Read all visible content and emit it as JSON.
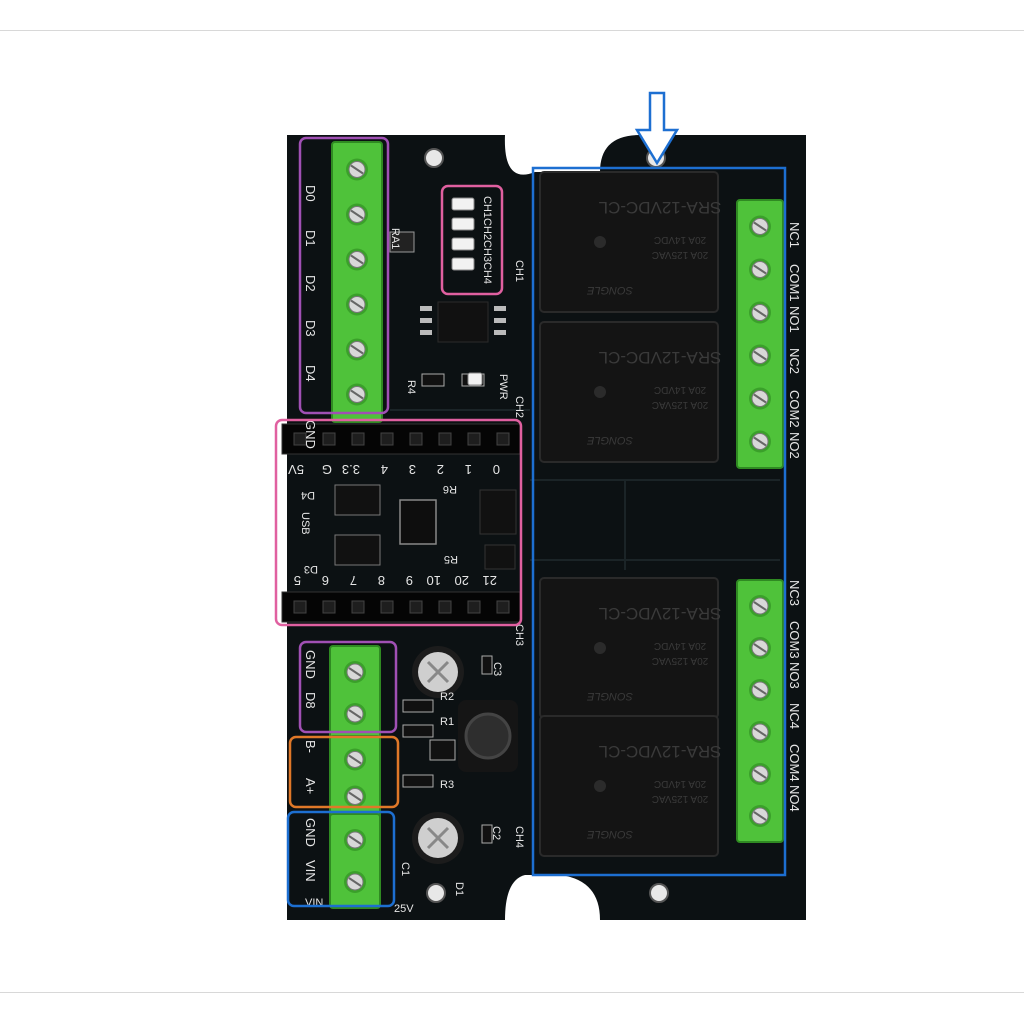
{
  "image": {
    "subject": "relay-board-photo",
    "colors": {
      "pcb": "#0c1113",
      "terminal_green": "#4fc23a",
      "relay_body": "#141414",
      "box_purple": "#a050b4",
      "box_pink": "#e060a0",
      "box_orange": "#e07828",
      "box_blue": "#1d6fd1",
      "arrow_blue": "#1d6fd1"
    }
  },
  "labels": {
    "left_top": [
      "D0",
      "D1",
      "D2",
      "D3",
      "D4",
      "GND"
    ],
    "left_mid": [
      "GND",
      "D8"
    ],
    "left_rs485": [
      "B-",
      "A+"
    ],
    "left_power": [
      "GND",
      "VIN"
    ],
    "right_top": [
      "NC1",
      "COM1",
      "NO1",
      "NC2",
      "COM2",
      "NO2"
    ],
    "right_bottom": [
      "NC3",
      "COM3",
      "NO3",
      "NC4",
      "COM4",
      "NO4"
    ],
    "leds": [
      "CH1",
      "CH2",
      "CH3",
      "CH4"
    ],
    "header_top_pins": [
      "0",
      "1",
      "2",
      "3",
      "4",
      "3.3",
      "G",
      "5V"
    ],
    "header_bottom_pins": [
      "21",
      "20",
      "10",
      "9",
      "8",
      "7",
      "6",
      "5"
    ],
    "misc": [
      "RA1",
      "R4",
      "PWR",
      "CH1",
      "CH2",
      "CH3",
      "CH4",
      "USB",
      "D4",
      "D3",
      "R6",
      "R5",
      "C3",
      "C2",
      "R2",
      "R1",
      "R3",
      "C1",
      "D1",
      "25V",
      "VIN"
    ],
    "relay_model": "SRA-12VDC-CL",
    "relay_rating_1": "20A 14VDC",
    "relay_rating_2": "20A 125VAC",
    "relay_brand": "SONGLE"
  }
}
